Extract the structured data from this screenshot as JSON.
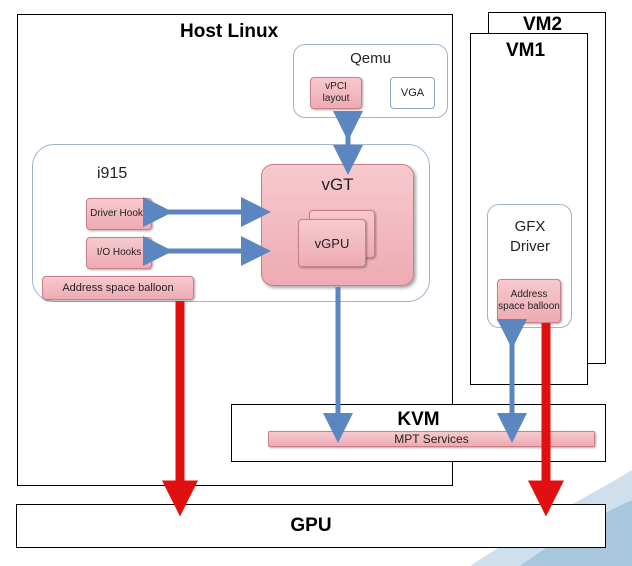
{
  "host_linux": {
    "title": "Host Linux"
  },
  "vm2": {
    "title": "VM2"
  },
  "vm1": {
    "title": "VM1"
  },
  "qemu": {
    "title": "Qemu",
    "vpci": "vPCI layout",
    "vga": "VGA"
  },
  "i915": {
    "title": "i915",
    "driver_hooks": "Driver Hooks",
    "io_hooks": "I/O Hooks",
    "address_balloon": "Address space balloon"
  },
  "vgt": {
    "title": "vGT",
    "vgpu": "vGPU"
  },
  "gfx": {
    "title": "GFX Driver",
    "balloon": "Address space balloon"
  },
  "kvm": {
    "title": "KVM",
    "mpt": "MPT Services"
  },
  "gpu": {
    "title": "GPU"
  },
  "colors": {
    "arrow_blue": "#5b86c0",
    "arrow_red": "#e01010",
    "pink": "#f4bcc3"
  }
}
